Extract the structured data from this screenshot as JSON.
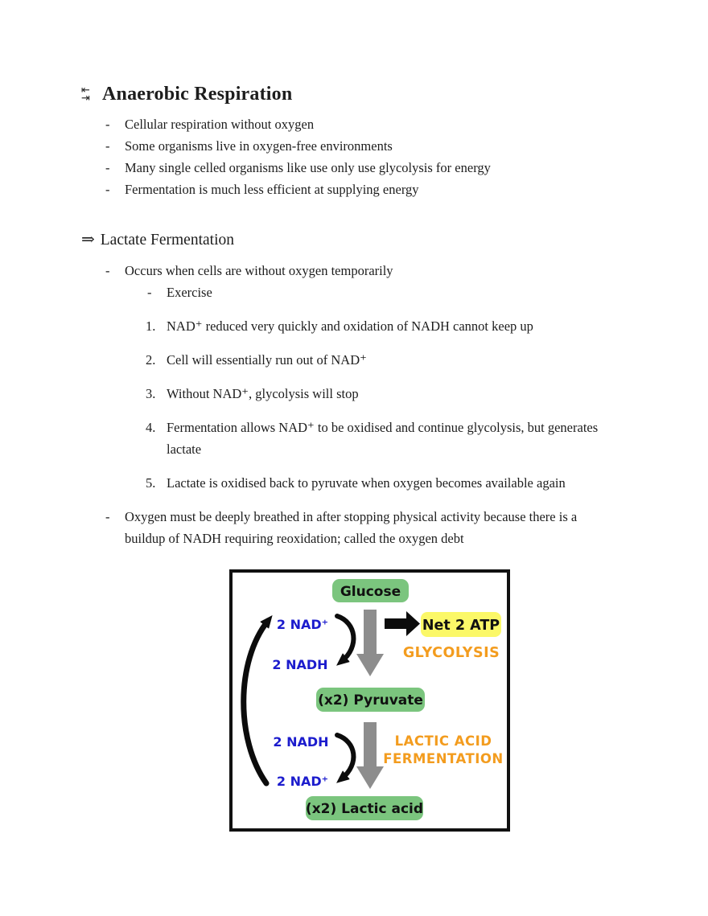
{
  "doc": {
    "title": "Anaerobic Respiration",
    "title_icon": {
      "top_arrow": "⇤",
      "bottom_arrow": "⇥"
    },
    "bullet_marker": "-",
    "intro_bullets": [
      "Cellular respiration without oxygen",
      "Some organisms live in oxygen-free environments",
      "Many single celled organisms like use only use glycolysis for energy",
      "Fermentation is much less efficient at supplying energy"
    ],
    "section": {
      "arrow": "⇒",
      "heading": "Lactate Fermentation",
      "bullet": "Occurs when cells are without oxygen temporarily",
      "sub_bullet": "Exercise",
      "numbered": [
        {
          "num": "1.",
          "text": "NAD⁺ reduced very quickly and oxidation of NADH cannot keep up"
        },
        {
          "num": "2.",
          "text": "Cell will essentially run out of NAD⁺"
        },
        {
          "num": "3.",
          "text": "Without NAD⁺, glycolysis will stop"
        },
        {
          "num": "4.",
          "text": "Fermentation allows NAD⁺ to be oxidised and continue glycolysis, but generates lactate"
        },
        {
          "num": "5.",
          "text": "Lactate is oxidised back to pyruvate when oxygen becomes available again"
        }
      ],
      "closing_bullet": "Oxygen must be deeply breathed in after stopping physical activity because there is a buildup of NADH requiring reoxidation; called the oxygen debt"
    }
  },
  "diagram": {
    "nodes": {
      "glucose": "Glucose",
      "atp": "Net 2 ATP",
      "pyruvate": "(x2) Pyruvate",
      "lactic": "(x2) Lactic acid"
    },
    "labels": {
      "glycolysis": "GLYCOLYSIS",
      "fermentation_line1": "LACTIC ACID",
      "fermentation_line2": "FERMENTATION",
      "nad_top": "2 NAD⁺",
      "nadh_top": "2 NADH",
      "nadh_bottom": "2 NADH",
      "nad_bottom": "2 NAD⁺"
    },
    "colors": {
      "green": "#7bc57e",
      "green_border": "#54a75c",
      "yellow": "#fbf868",
      "yellow_border": "#e8e14e",
      "blue": "#1c1ccd",
      "orange": "#f39c1e",
      "grey": "#8d8d8d",
      "black": "#0c0c0c",
      "node_text": "#111111",
      "border": "#111111"
    }
  }
}
